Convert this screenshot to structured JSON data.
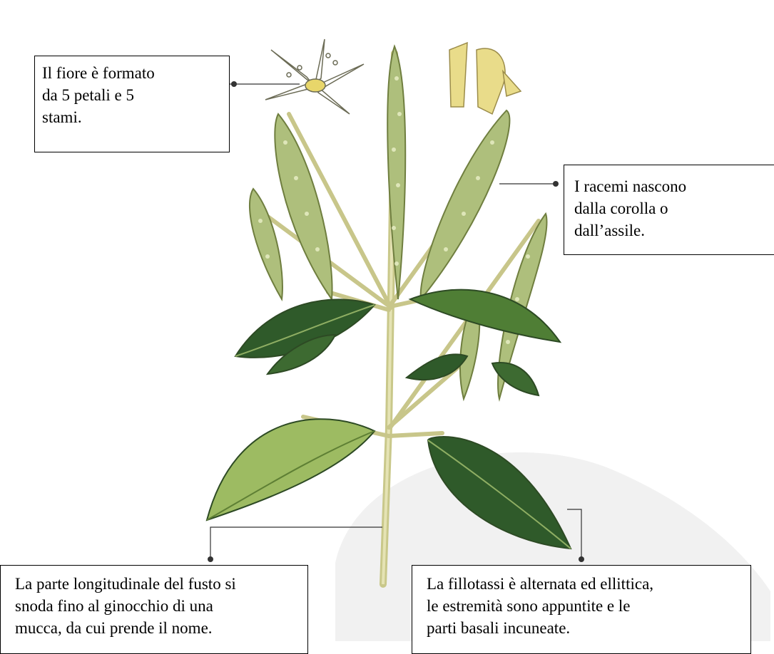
{
  "callouts": {
    "flower": "Il fiore è formato\nda 5 petali e 5\nstami.",
    "racemes": "I racemi nascono\ndalla corolla o\ndall’assile.",
    "stem": "La parte longitudinale del fusto si\nsnoda fino al ginocchio di una\nmucca, da cui prende il nome.",
    "leaves": "La fillotassi è alternata ed ellittica,\nle estremità sono appuntite e le\nparti basali incuneate."
  },
  "colors": {
    "leaf_dark": "#2f5a2a",
    "leaf_mid": "#5e8a3a",
    "leaf_light": "#9fbf6a",
    "stem": "#d6d49a",
    "raceme": "#b9c98a",
    "flower_center": "#e8d66a",
    "detail_yellow": "#e9dc8a",
    "watermark": "#ececec"
  }
}
